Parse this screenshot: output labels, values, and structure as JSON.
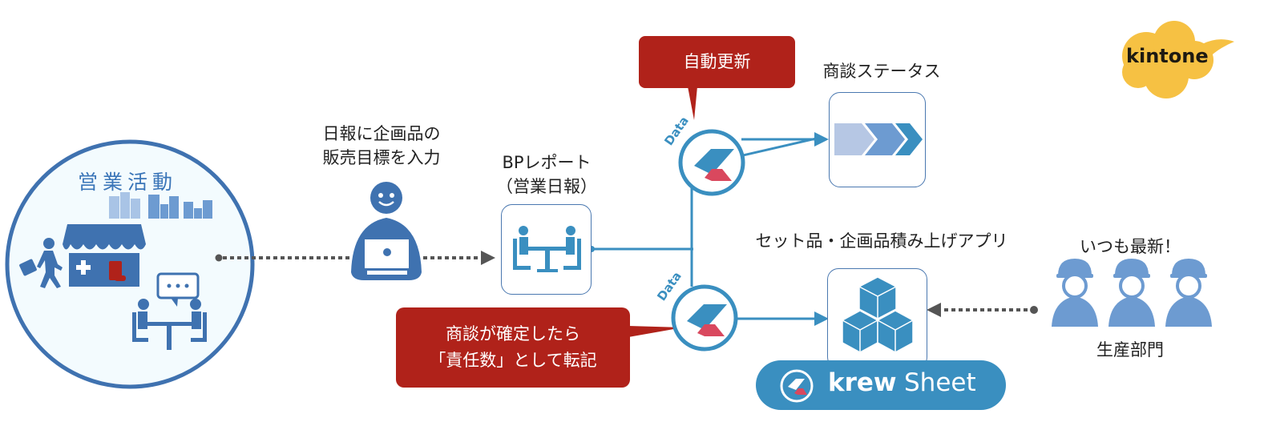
{
  "left_panel": {
    "title": "営業活動",
    "icons": [
      "buildings-icon",
      "salesperson-walking-icon",
      "pharmacy-store-icon",
      "meeting-chat-icon"
    ]
  },
  "brand": {
    "kintone_label": "kintone",
    "krewsheet_label_bold": "krew",
    "krewsheet_label_light": "Sheet",
    "colors": {
      "frame": "#f6c143",
      "frame_bg": "#fffbf2",
      "primary_blue": "#3a8fc0",
      "dark_blue": "#3f72b0",
      "callout_red": "#b0221a",
      "krew_red": "#d9485e",
      "connector_gray": "#555555"
    }
  },
  "input_step": {
    "label_line1": "日報に企画品の",
    "label_line2": "販売目標を入力"
  },
  "bp_report": {
    "label_line1": "BPレポート",
    "label_line2": "（営業日報）"
  },
  "callouts": {
    "auto_update": "自動更新",
    "transfer_line1": "商談が確定したら",
    "transfer_line2": "「責任数」として転記"
  },
  "data_tags": [
    "Data",
    "Data"
  ],
  "status_app": {
    "label": "商談ステータス"
  },
  "stack_app": {
    "label": "セット品・企画品積み上げアプリ"
  },
  "production": {
    "top_label": "いつも最新！",
    "bottom_label": "生産部門"
  }
}
